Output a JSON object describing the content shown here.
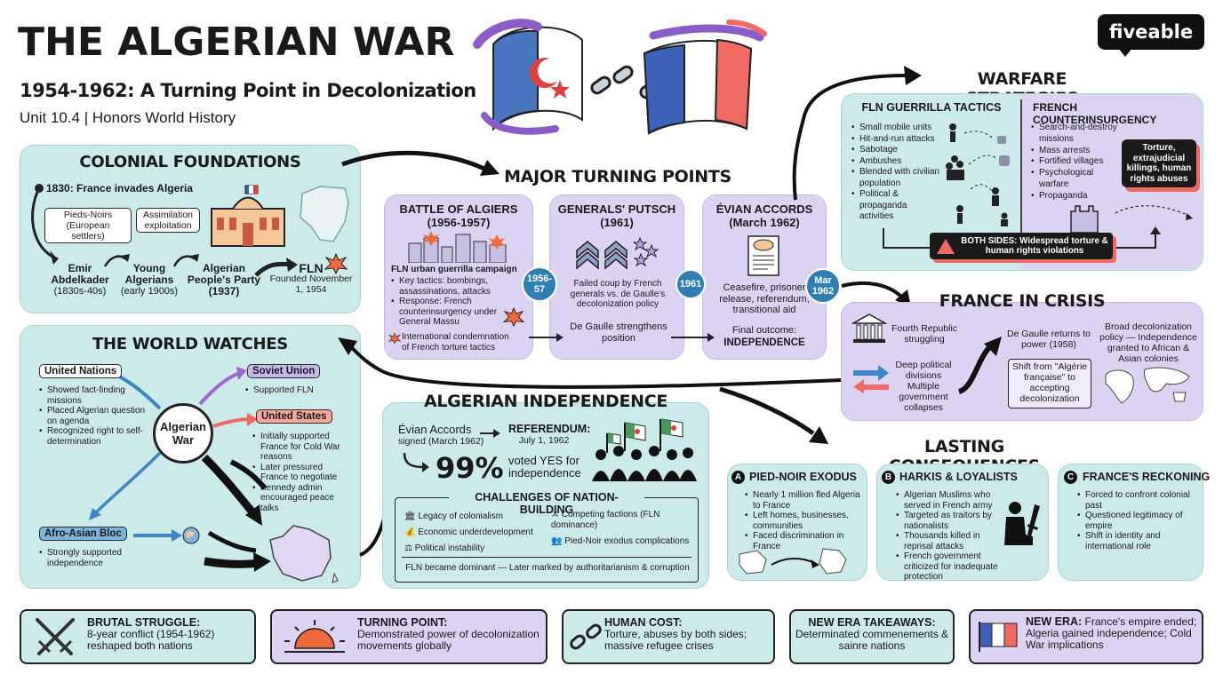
{
  "header": {
    "title": "THE ALGERIAN WAR",
    "subtitle": "1954-1962: A Turning Point in Decolonization",
    "course": "Unit 10.4 | Honors World History",
    "brand": "fiveable"
  },
  "colonial": {
    "title": "COLONIAL FOUNDATIONS",
    "start": "1830: France invades Algeria",
    "box1": "Pieds-Noirs (European settlers)",
    "box2": "Assimilation exploitation",
    "t1": "Emir Abdelkader",
    "t1d": "(1830s-40s)",
    "t2": "Young Algerians",
    "t2d": "(early 1900s)",
    "t3": "Algerian People's Party (1937)",
    "t4": "FLN",
    "t4d": "Founded November 1, 1954"
  },
  "turning": {
    "title": "MAJOR TURNING POINTS",
    "algiers": {
      "title": "BATTLE OF ALGIERS",
      "years": "(1956-1957)",
      "lead": "FLN urban guerrilla campaign",
      "bullets": [
        "Key tactics: bombings, assassinations, attacks",
        "Response: French counterinsurgency under General Massu"
      ],
      "foot": "International condemnation of French torture tactics"
    },
    "putsch": {
      "title": "GENERALS' PUTSCH",
      "years": "(1961)",
      "text": "Failed coup by French generals vs. de Gaulle's decolonization policy",
      "foot": "De Gaulle strengthens position"
    },
    "evian": {
      "title": "ÉVIAN ACCORDS",
      "years": "(March 1962)",
      "text": "Ceasefire, prisoner release, referendum, transitional aid",
      "foot1": "Final outcome:",
      "foot2": "INDEPENDENCE"
    },
    "b1": "1956-57",
    "b2": "1961",
    "b3": "Mar 1962"
  },
  "warfare": {
    "title": "WARFARE STRATEGIES",
    "fln_title": "FLN GUERRILLA TACTICS",
    "fln": [
      "Small mobile units",
      "Hit-and-run attacks",
      "Sabotage",
      "Ambushes",
      "Blended with civilian population",
      "Political & propaganda activities"
    ],
    "fr_title": "FRENCH COUNTERINSURGENCY",
    "fr": [
      "Search-and-destroy missions",
      "Mass arrests",
      "Fortified villages",
      "Psychological warfare",
      "Propaganda"
    ],
    "torture": "Torture, extrajudicial killings, human rights abuses",
    "both": "BOTH SIDES: Widespread torture & human rights violations"
  },
  "world": {
    "title": "THE WORLD WATCHES",
    "center": "Algerian War",
    "un": "United Nations",
    "un_items": [
      "Showed fact-finding missions",
      "Placed Algerian question on agenda",
      "Recognized right to self-determination"
    ],
    "ussr": "Soviet Union",
    "ussr_items": [
      "Supported FLN"
    ],
    "us": "United States",
    "us_items": [
      "Initially supported France for Cold War reasons",
      "Later pressured France to negotiate",
      "Kennedy admin encouraged peace talks"
    ],
    "afro": "Afro-Asian Bloc",
    "afro_items": [
      "Strongly supported independence"
    ]
  },
  "independence": {
    "title": "ALGERIAN INDEPENDENCE",
    "evian": "Évian Accords",
    "evian_d": "signed (March 1962)",
    "ref": "REFERENDUM:",
    "ref_d": "July 1, 1962",
    "pct": "99%",
    "pct_d": "voted YES for independence",
    "chal_title": "CHALLENGES OF NATION-BUILDING",
    "c1": "Legacy of colonialism",
    "c2": "Economic underdevelopment",
    "c3": "Political instability",
    "c4": "Competing factions (FLN dominance)",
    "c5": "Pied-Noir exodus complications",
    "foot": "FLN became dominant — Later marked by authoritarianism & corruption"
  },
  "crisis": {
    "title": "FRANCE IN CRISIS",
    "a": "Fourth Republic struggling",
    "b": "Deep political divisions",
    "c": "Multiple government collapses",
    "d": "De Gaulle returns to power (1958)",
    "e": "Shift from \"Algérie française\" to accepting decolonization",
    "f": "Broad decolonization policy — Independence granted to African & Asian colonies"
  },
  "consequences": {
    "title": "LASTING CONSEQUENCES",
    "a_t": "PIED-NOIR EXODUS",
    "a": [
      "Nearly 1 million fled Algeria to France",
      "Left homes, businesses, communities",
      "Faced discrimination in France"
    ],
    "b_t": "HARKIS & LOYALISTS",
    "b": [
      "Algerian Muslims who served in French army",
      "Targeted as traitors by nationalists",
      "Thousands killed in reprisal attacks",
      "French government criticized for inadequate protection"
    ],
    "c_t": "FRANCE'S RECKONING",
    "c": [
      "Forced to confront colonial past",
      "Questioned legitimacy of empire",
      "Shift in identity and international role"
    ]
  },
  "bottom": [
    {
      "t": "BRUTAL STRUGGLE:",
      "d": "8-year conflict (1954-1962) reshaped both nations"
    },
    {
      "t": "TURNING POINT:",
      "d": "Demonstrated power of decolonization movements globally"
    },
    {
      "t": "HUMAN COST:",
      "d": "Torture, abuses by both sides; massive refugee crises"
    },
    {
      "t": "NEW ERA TAKEAWAYS:",
      "d": "Determinated commenements & sainre nations"
    },
    {
      "t": "NEW ERA:",
      "d": "France's empire ended; Algeria gained independence; Cold War implications"
    }
  ]
}
